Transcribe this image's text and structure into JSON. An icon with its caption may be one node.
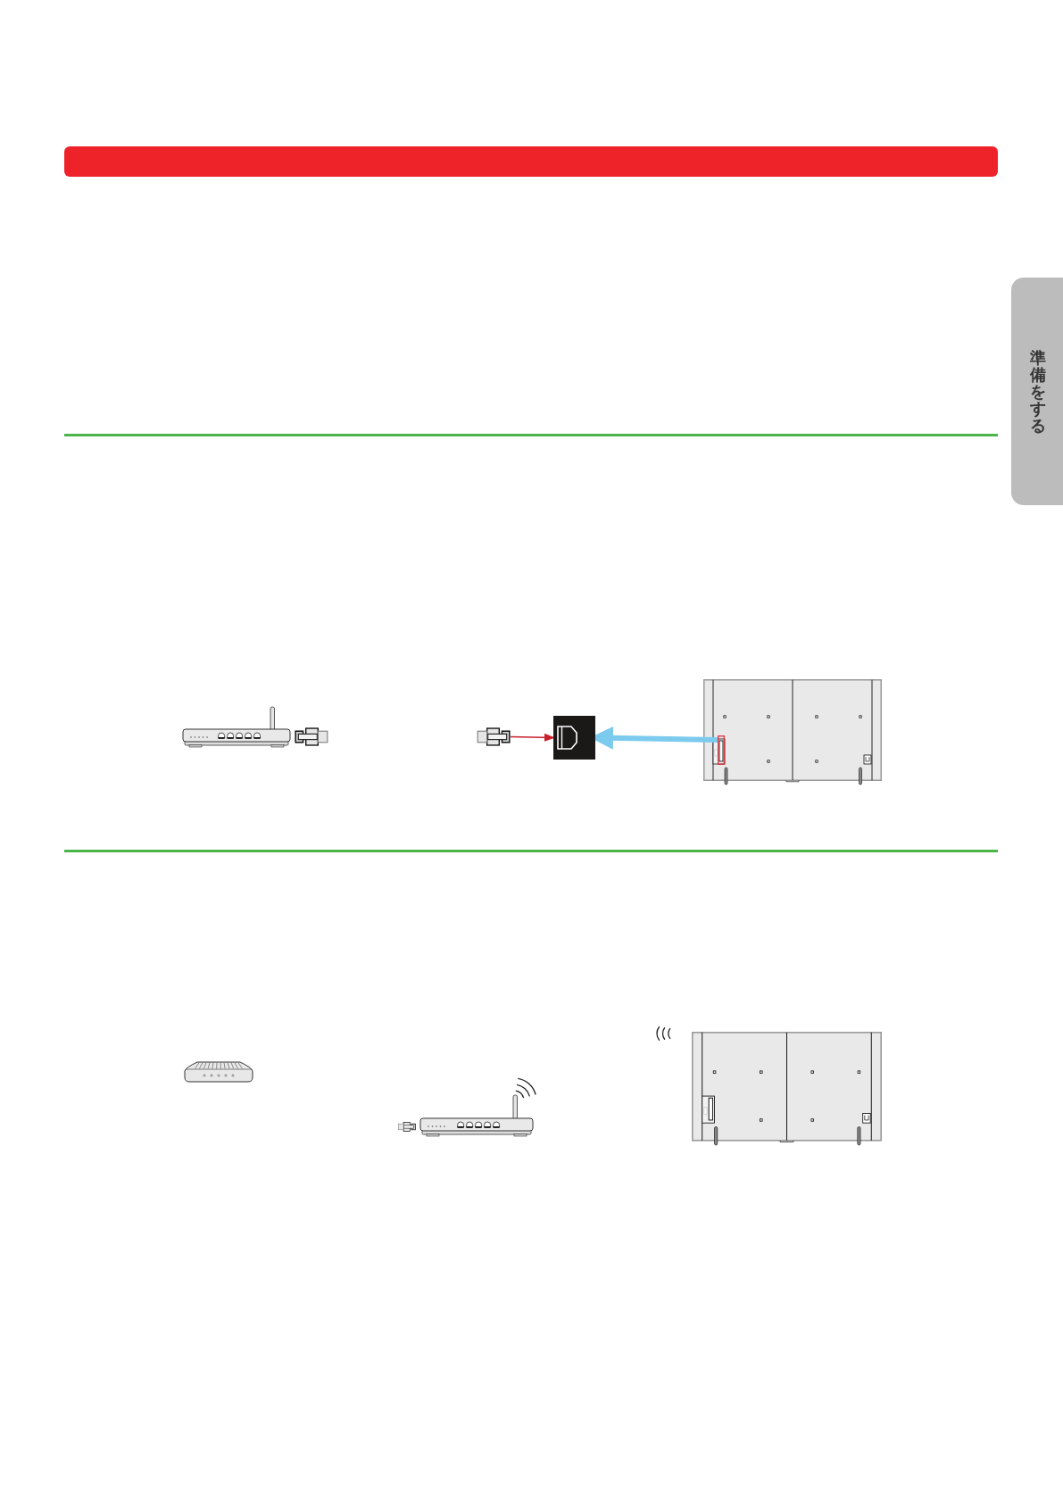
{
  "diagram": {
    "nodes": [
      {
        "text": [
          "準備をする"
        ]
      },
      {
        "text": [],
        "shape": "picture"
      },
      {
        "text": [],
        "shape": "picture"
      },
      {
        "text": [],
        "shape": "picture"
      },
      {
        "text": [],
        "shape": "picture"
      },
      {
        "text": [],
        "shape": "picture"
      },
      {
        "text": [],
        "shape": "box",
        "in": 5
      },
      {
        "text": [],
        "shape": "picture"
      },
      {
        "text": [],
        "shape": "picture"
      },
      {
        "text": [],
        "shape": "picture"
      },
      {
        "text": [],
        "shape": "picture"
      }
    ],
    "edges": [
      {
        "from": 3,
        "to": 4,
        "arrow": "to",
        "color": "#c8202f"
      },
      {
        "from": 6,
        "to": 4,
        "arrow": "to",
        "style": "thick",
        "color": "#7ccbee"
      }
    ]
  }
}
